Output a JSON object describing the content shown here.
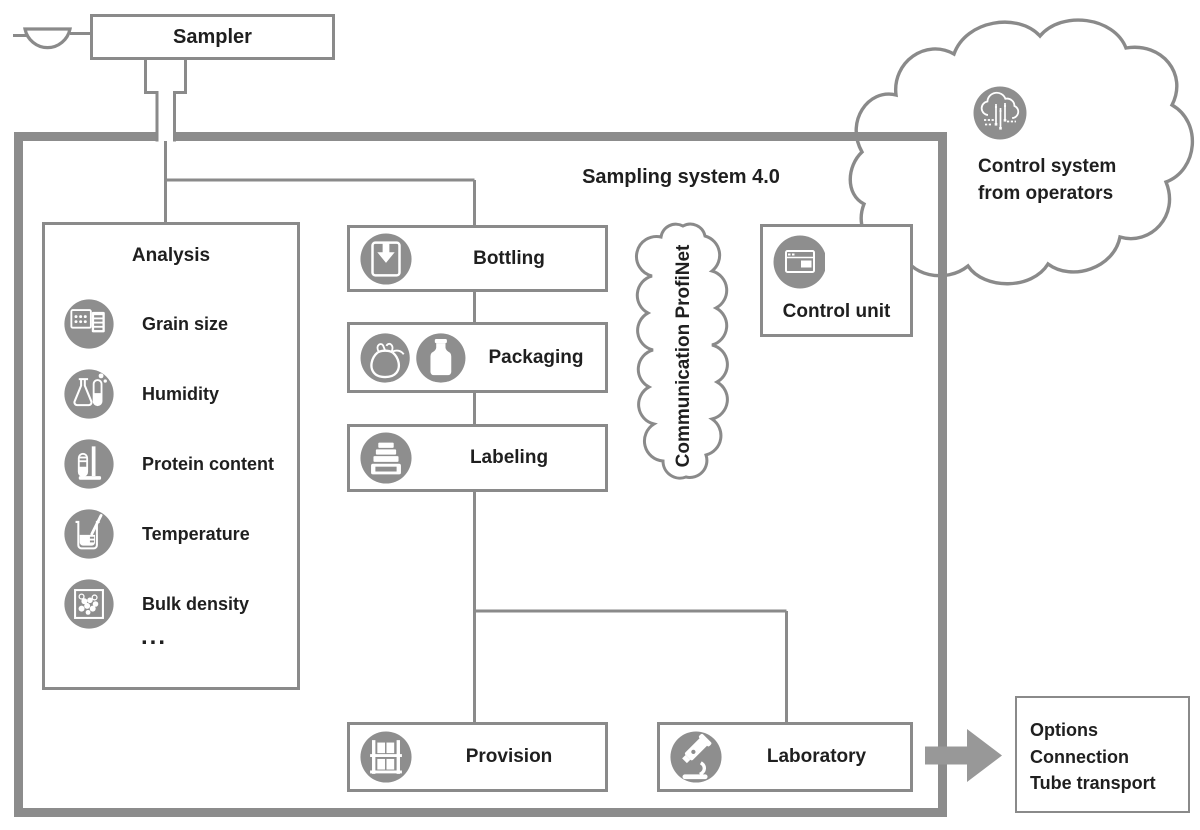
{
  "system": {
    "title": "Sampling system 4.0"
  },
  "sampler": {
    "label": "Sampler",
    "icon": "sample-bowl-icon"
  },
  "analysis": {
    "title": "Analysis",
    "items": [
      {
        "label": "Grain size",
        "icon": "grain-size-icon"
      },
      {
        "label": "Humidity",
        "icon": "humidity-icon"
      },
      {
        "label": "Protein content",
        "icon": "protein-content-icon"
      },
      {
        "label": "Temperature",
        "icon": "temperature-icon"
      },
      {
        "label": "Bulk density",
        "icon": "bulk-density-icon"
      }
    ],
    "more": "..."
  },
  "process": {
    "bottling": {
      "label": "Bottling",
      "icon": "bottling-icon"
    },
    "packaging": {
      "label": "Packaging",
      "icons": [
        "bag-icon",
        "bottle-icon"
      ]
    },
    "labeling": {
      "label": "Labeling",
      "icon": "label-printer-icon"
    },
    "provision": {
      "label": "Provision",
      "icon": "storage-rack-icon"
    },
    "laboratory": {
      "label": "Laboratory",
      "icon": "microscope-icon"
    }
  },
  "communication": {
    "label": "Communication ProfiNet"
  },
  "control_unit": {
    "label": "Control unit",
    "icon": "control-panel-icon"
  },
  "operators_cloud": {
    "line1": "Control system",
    "line2": "from operators",
    "icon": "iot-cloud-icon"
  },
  "options": {
    "lines": [
      "Options",
      "Connection",
      "Tube transport"
    ]
  },
  "colors": {
    "outline_gray": "#8a8a8a",
    "frame_gray": "#8c8c8c",
    "icon_gray": "#8e8e8e",
    "arrow_gray": "#989898",
    "text": "#1f1f1f",
    "background": "#ffffff"
  }
}
